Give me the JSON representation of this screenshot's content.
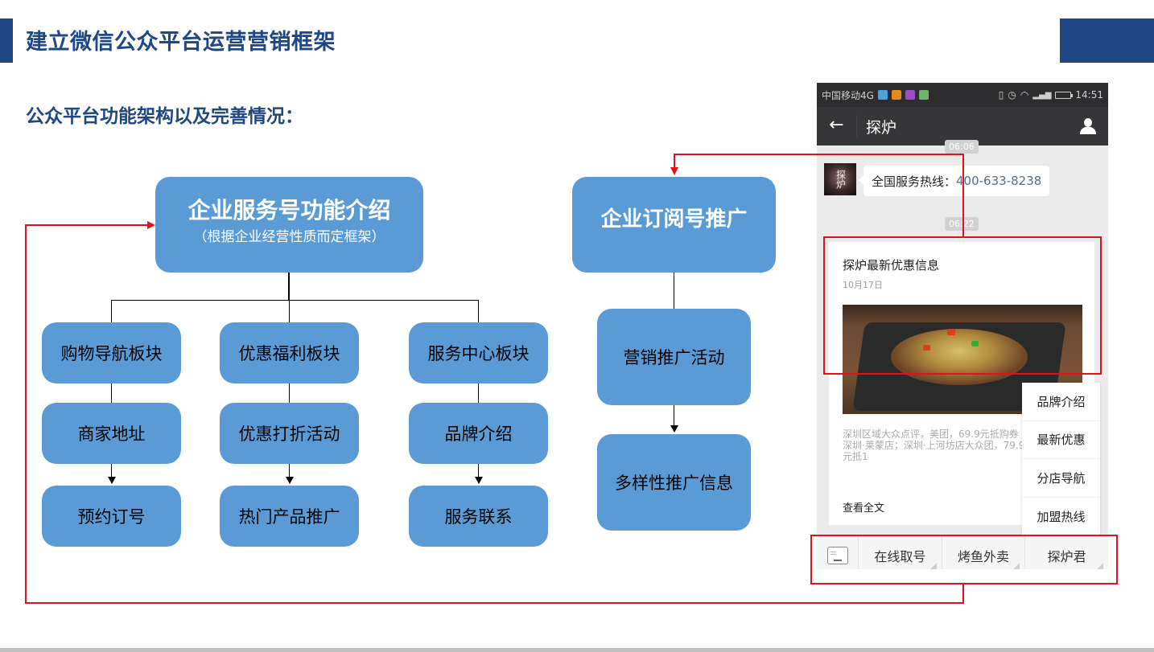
{
  "header": {
    "title": "建立微信公众平台运营营销框架",
    "subtitle": "公众平台功能架构以及完善情况：",
    "accent_color": "#1f4784"
  },
  "diagram": {
    "box_color": "#5b9bd5",
    "connector_color": "#e3111b",
    "service_account": {
      "title": "企业服务号功能介绍",
      "subtitle": "（根据企业经营性质而定框架）",
      "columns": [
        {
          "module": "购物导航板块",
          "item": "商家地址",
          "leaf": "预约订号"
        },
        {
          "module": "优惠福利板块",
          "item": "优惠打折活动",
          "leaf": "热门产品推广"
        },
        {
          "module": "服务中心板块",
          "item": "品牌介绍",
          "leaf": "服务联系"
        }
      ]
    },
    "subscription_account": {
      "title": "企业订阅号推广",
      "items": [
        "营销推广活动",
        "多样性推广信息"
      ]
    }
  },
  "phone": {
    "status_bar": {
      "carrier": "中国移动4G",
      "time": "14:51",
      "network": "4G"
    },
    "nav": {
      "back_icon": "←",
      "title": "探炉"
    },
    "chat": {
      "time_1": "06:06",
      "avatar_text": "探炉",
      "bubble_label": "全国服务热线：",
      "bubble_phone": "400-633-8238",
      "time_2": "06:22"
    },
    "article": {
      "title": "探炉最新优惠信息",
      "date": "10月17日",
      "description": "深圳区域大众点评，美团，69.9元抵购券深圳·莱蒙店；深圳·上河坊店大众团，79.9元抵1",
      "read_more": "查看全文"
    },
    "popup_menu": [
      "品牌介绍",
      "最新优惠",
      "分店导航",
      "加盟热线"
    ],
    "bottom_menu": [
      "在线取号",
      "烤鱼外卖",
      "探炉君"
    ]
  }
}
